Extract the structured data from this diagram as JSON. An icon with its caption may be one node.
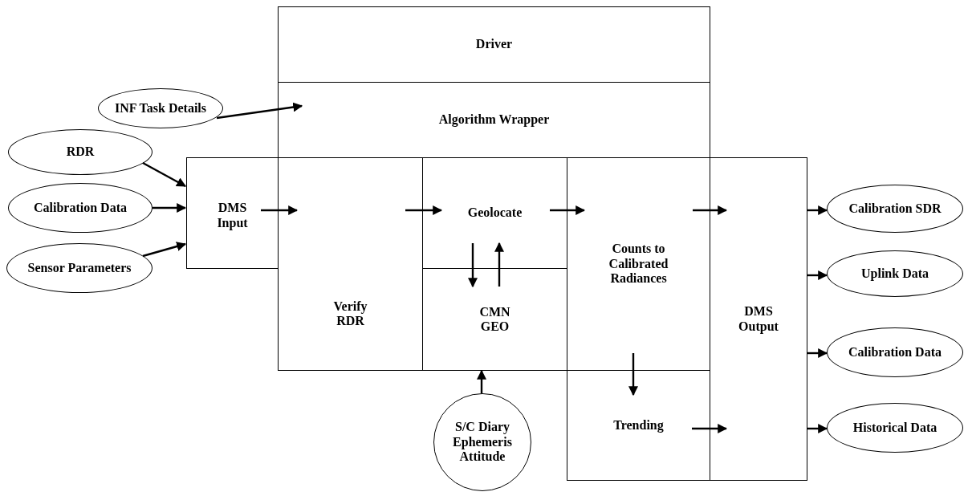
{
  "diagram": {
    "nodes": [
      {
        "text": [
          "Driver"
        ]
      },
      {
        "text": [
          "Algorithm Wrapper"
        ]
      },
      {
        "text": [
          "INF Task Details"
        ]
      },
      {
        "text": [
          "RDR"
        ]
      },
      {
        "text": [
          "Calibration Data"
        ]
      },
      {
        "text": [
          "Sensor Parameters"
        ]
      },
      {
        "text": [
          "DMS Input"
        ]
      },
      {
        "text": [
          "Verify RDR"
        ]
      },
      {
        "text": [
          "Geolocate"
        ]
      },
      {
        "text": [
          "CMN GEO"
        ]
      },
      {
        "text": [
          "Counts to Calibrated Radiances"
        ]
      },
      {
        "text": [
          "Trending"
        ]
      },
      {
        "text": [
          "DMS Output"
        ]
      },
      {
        "text": [
          "Calibration SDR"
        ]
      },
      {
        "text": [
          "Uplink Data"
        ]
      },
      {
        "text": [
          "Calibration Data"
        ]
      },
      {
        "text": [
          "Historical Data"
        ]
      },
      {
        "text": [
          "S/C Diary Ephemeris Attitude"
        ]
      }
    ],
    "edges": [
      {
        "from": 2,
        "to": 1,
        "arrow": "to"
      },
      {
        "from": 3,
        "to": 6,
        "arrow": "to"
      },
      {
        "from": 4,
        "to": 6,
        "arrow": "to"
      },
      {
        "from": 5,
        "to": 6,
        "arrow": "to"
      },
      {
        "from": 6,
        "to": 7,
        "arrow": "to"
      },
      {
        "from": 7,
        "to": 8,
        "arrow": "to"
      },
      {
        "from": 8,
        "to": 10,
        "arrow": "to"
      },
      {
        "from": 8,
        "to": 9,
        "arrow": "to"
      },
      {
        "from": 9,
        "to": 8,
        "arrow": "to"
      },
      {
        "from": 17,
        "to": 9,
        "arrow": "to"
      },
      {
        "from": 10,
        "to": 12,
        "arrow": "to"
      },
      {
        "from": 10,
        "to": 11,
        "arrow": "to"
      },
      {
        "from": 11,
        "to": 12,
        "arrow": "to"
      },
      {
        "from": 12,
        "to": 13,
        "arrow": "to"
      },
      {
        "from": 12,
        "to": 14,
        "arrow": "to"
      },
      {
        "from": 12,
        "to": 15,
        "arrow": "to"
      },
      {
        "from": 12,
        "to": 16,
        "arrow": "to"
      }
    ]
  }
}
